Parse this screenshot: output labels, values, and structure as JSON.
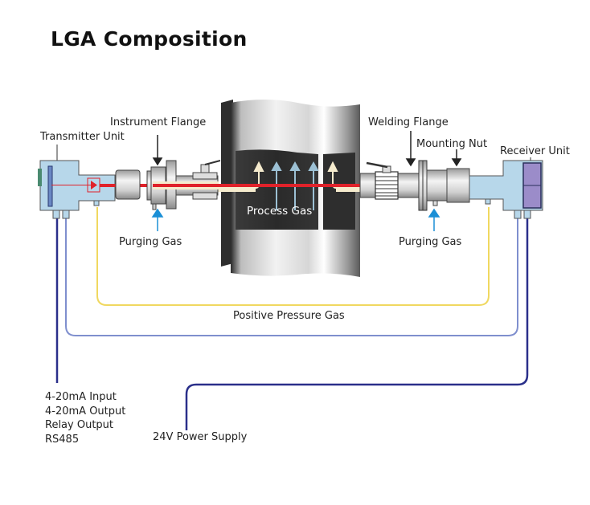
{
  "title": "LGA Composition",
  "labels": {
    "instrument_flange": "Instrument Flange",
    "transmitter_unit": "Transmitter Unit",
    "welding_flange": "Welding Flange",
    "mounting_nut": "Mounting Nut",
    "receiver_unit": "Receiver Unit",
    "process_gas": "Process Gas",
    "purging_gas_left": "Purging Gas",
    "purging_gas_right": "Purging Gas",
    "positive_pressure_gas": "Positive Pressure Gas",
    "power_supply": "24V Power Supply"
  },
  "io_signals": [
    "4-20mA Input",
    "4-20mA Output",
    "Relay Output",
    "RS485"
  ],
  "colors": {
    "unit_body": "#b7d7ea",
    "laser": "#e0222a",
    "purge_arrow": "#1a8fd6",
    "positive_pressure_line": "#f0d860",
    "signal_line": "#2a2f8a",
    "power_line": "#7f8fce",
    "receiver_detector": "#9b8cc9"
  }
}
